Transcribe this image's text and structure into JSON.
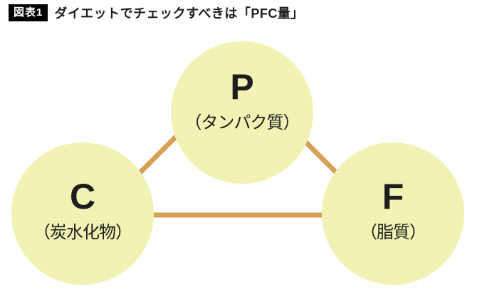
{
  "header": {
    "tag": "図表1",
    "title": "ダイエットでチェックすべきは「PFC量」"
  },
  "diagram": {
    "description": "PFC triangle: three circles connected by lines",
    "nodes": [
      {
        "id": "protein",
        "letter": "P",
        "label": "（タンパク質）"
      },
      {
        "id": "carbohydrate",
        "letter": "C",
        "label": "（炭水化物）"
      },
      {
        "id": "fat",
        "letter": "F",
        "label": "（脂質）"
      }
    ],
    "edges": [
      {
        "from": "P",
        "to": "C"
      },
      {
        "from": "P",
        "to": "F"
      },
      {
        "from": "C",
        "to": "F"
      }
    ],
    "colors": {
      "circle_fill": "#f2f2b4",
      "edge_line": "#d6a156",
      "text": "#1d1d1d",
      "tag_bg": "#000000",
      "tag_text": "#ffffff",
      "background": "#ffffff"
    }
  }
}
